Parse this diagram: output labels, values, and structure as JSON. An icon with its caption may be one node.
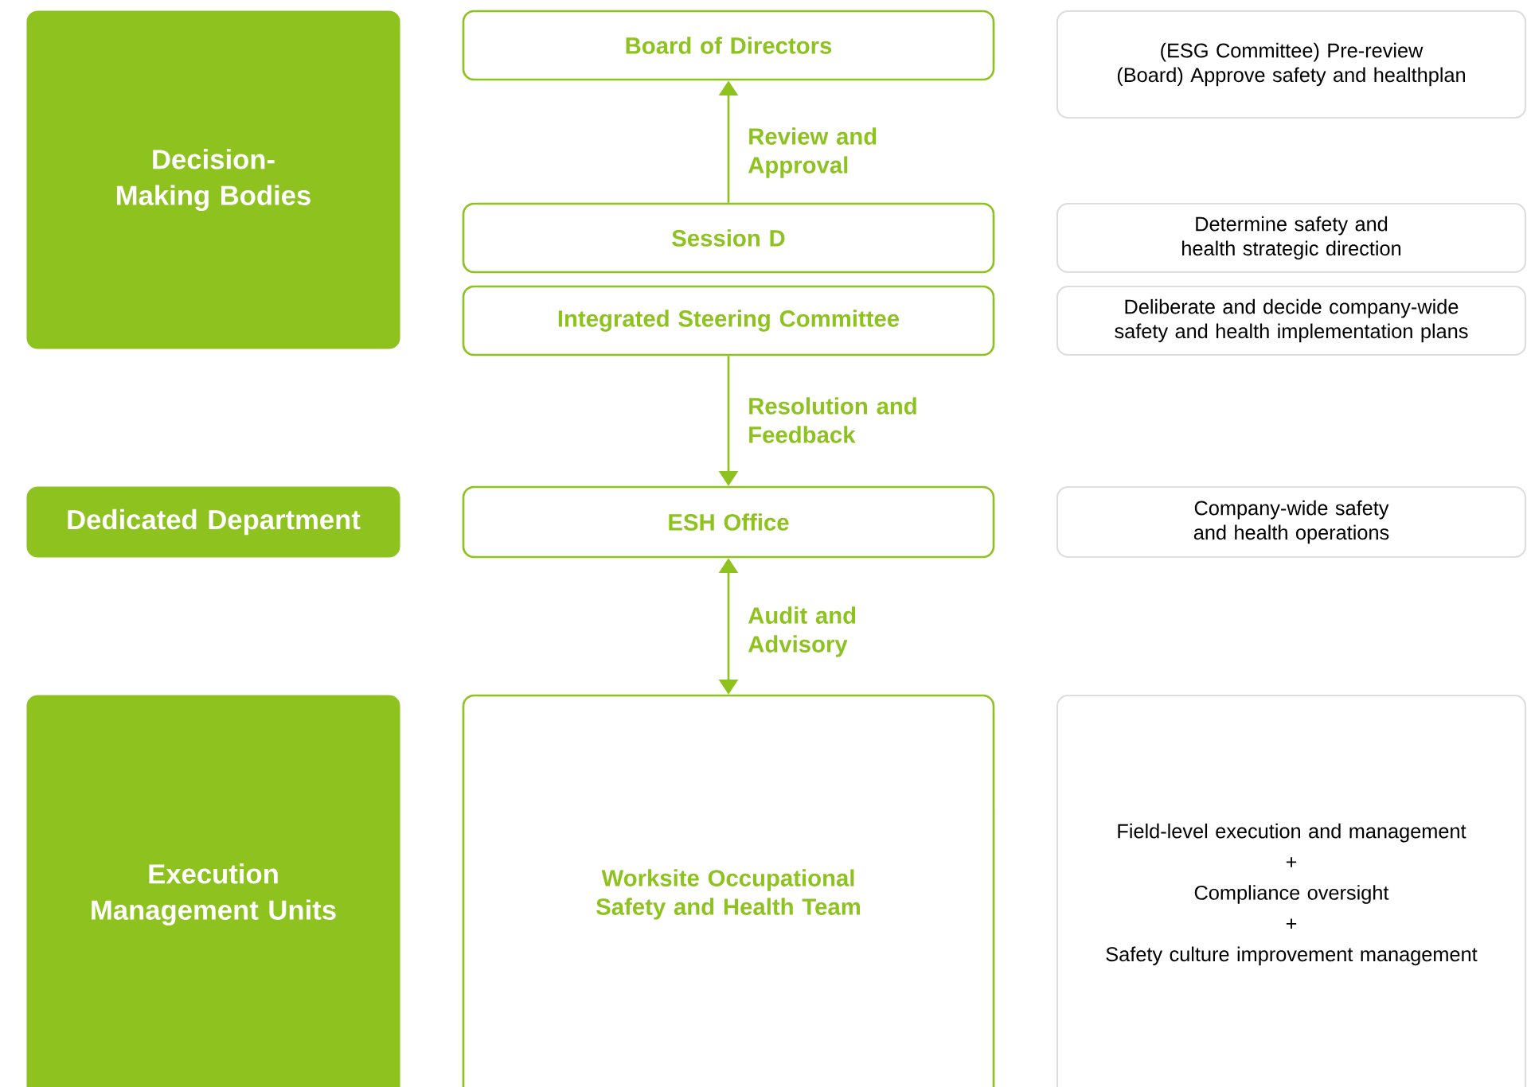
{
  "diagram": {
    "nodes": [
      {
        "text": [
          "Decision-Making Bodies"
        ]
      },
      {
        "text": [
          "Board of Directors"
        ]
      },
      {
        "text": [
          "(ESG Committee) Pre-review",
          "(Board) Approve safety and healthplan"
        ]
      },
      {
        "text": [
          "Session D"
        ]
      },
      {
        "text": [
          "Determine safety and health strategic direction"
        ]
      },
      {
        "text": [
          "Integrated Steering Committee"
        ]
      },
      {
        "text": [
          "Deliberate and decide company-wide safety and health implementation plans"
        ]
      },
      {
        "text": [
          "Dedicated Department"
        ]
      },
      {
        "text": [
          "ESH Office"
        ]
      },
      {
        "text": [
          "Company-wide safety and health operations"
        ]
      },
      {
        "text": [
          "Execution Management Units"
        ]
      },
      {
        "text": [
          "Worksite Occupational Safety and Health Team"
        ]
      },
      {
        "text": [
          "Field-level execution and management",
          "+",
          "Compliance oversight",
          "+",
          "Safety culture improvement management"
        ]
      }
    ],
    "edges": [
      {
        "from": 3,
        "to": 1,
        "arrow": "to",
        "label": "Review and Approval"
      },
      {
        "from": 5,
        "to": 8,
        "arrow": "to",
        "label": "Resolution and Feedback"
      },
      {
        "from": 8,
        "to": 11,
        "arrow": "both",
        "label": "Audit and Advisory"
      }
    ]
  }
}
